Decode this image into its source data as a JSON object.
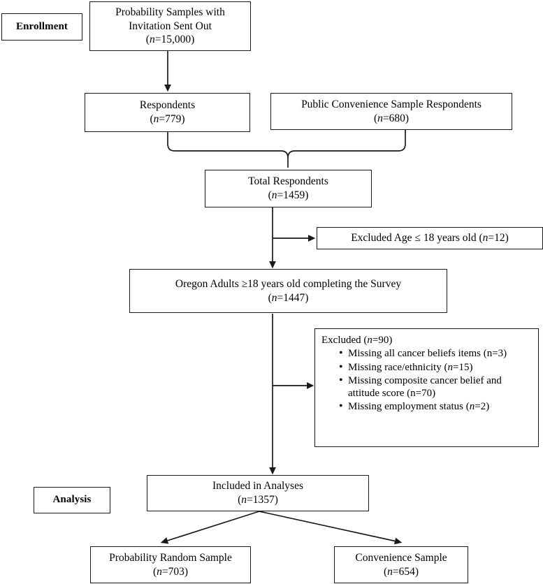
{
  "figure": {
    "kind": "participant-flow-diagram",
    "stage_labels": [
      {
        "id": "enrollment",
        "text": "Enrollment"
      },
      {
        "id": "analysis",
        "text": "Analysis"
      }
    ]
  },
  "nodes": {
    "probability_samples": {
      "lines": [
        "Probability Samples with",
        "Invitation Sent Out",
        "(n=15,000)"
      ],
      "n_label": "n",
      "n_value": "15,000"
    },
    "respondents": {
      "lines": [
        "Respondents",
        "(n=779)"
      ],
      "n_label": "n",
      "n_value": "779"
    },
    "public_convenience": {
      "lines": [
        "Public Convenience Sample Respondents",
        "(n=680)"
      ],
      "n_label": "n",
      "n_value": "680"
    },
    "total_respondents": {
      "lines": [
        "Total Respondents",
        "(n=1459)"
      ],
      "n_label": "n",
      "n_value": "1459"
    },
    "excluded_age": {
      "lines": [
        "Excluded Age ≤ 18 years old (n=12)"
      ],
      "n_label": "n",
      "n_value": "12"
    },
    "oregon_adults": {
      "lines": [
        "Oregon Adults ≥18 years old completing the Survey",
        "(n=1447)"
      ],
      "n_label": "n",
      "n_value": "1447"
    },
    "excluded_missing": {
      "heading": "Excluded (n=90)",
      "heading_prefix": "Excluded (",
      "heading_n": "n",
      "heading_suffix": "=90)",
      "bullets": [
        {
          "text": "Missing all cancer beliefs items (n=3)",
          "n_italic": false,
          "n_value": "3"
        },
        {
          "text": "Missing race/ethnicity (n=15)",
          "n_italic": true,
          "n_value": "15"
        },
        {
          "text": "Missing composite cancer belief and attitude score (n=70)",
          "n_italic": false,
          "n_value": "70"
        },
        {
          "text": "Missing employment status (n=2)",
          "n_italic": true,
          "n_value": "2"
        }
      ]
    },
    "included_analyses": {
      "lines": [
        "Included in Analyses",
        "(n=1357)"
      ],
      "n_label": "n",
      "n_value": "1357"
    },
    "probability_random_sample": {
      "lines": [
        "Probability Random Sample",
        "(n=703)"
      ],
      "n_label": "n",
      "n_value": "703"
    },
    "convenience_sample": {
      "lines": [
        "Convenience Sample",
        "(n=654)"
      ],
      "n_label": "n",
      "n_value": "654"
    }
  },
  "chart_data": {
    "type": "diagram",
    "title": "Participant flow diagram",
    "flow": [
      {
        "from": "probability_samples",
        "to": "respondents",
        "style": "arrow-down"
      },
      {
        "from": "respondents",
        "to": "total_respondents",
        "style": "brace-merge"
      },
      {
        "from": "public_convenience",
        "to": "total_respondents",
        "style": "brace-merge"
      },
      {
        "from": "total_respondents",
        "to": "excluded_age",
        "style": "arrow-right"
      },
      {
        "from": "total_respondents",
        "to": "oregon_adults",
        "style": "arrow-down"
      },
      {
        "from": "oregon_adults",
        "to": "excluded_missing",
        "style": "arrow-right"
      },
      {
        "from": "oregon_adults",
        "to": "included_analyses",
        "style": "arrow-down"
      },
      {
        "from": "included_analyses",
        "to": "probability_random_sample",
        "style": "arrow-diagonal-left"
      },
      {
        "from": "included_analyses",
        "to": "convenience_sample",
        "style": "arrow-diagonal-right"
      }
    ],
    "counts": {
      "invited": 15000,
      "probability_respondents": 779,
      "convenience_respondents": 680,
      "total_respondents": 1459,
      "excluded_underage": 12,
      "completed_survey": 1447,
      "excluded_missing_total": 90,
      "excluded_missing_beliefs": 3,
      "excluded_missing_race": 15,
      "excluded_missing_composite": 70,
      "excluded_missing_employment": 2,
      "included_in_analyses": 1357,
      "probability_random_sample": 703,
      "convenience_sample": 654
    }
  },
  "colors": {
    "stroke": "#1a1a1a",
    "text": "#000000",
    "background": "#ffffff"
  }
}
